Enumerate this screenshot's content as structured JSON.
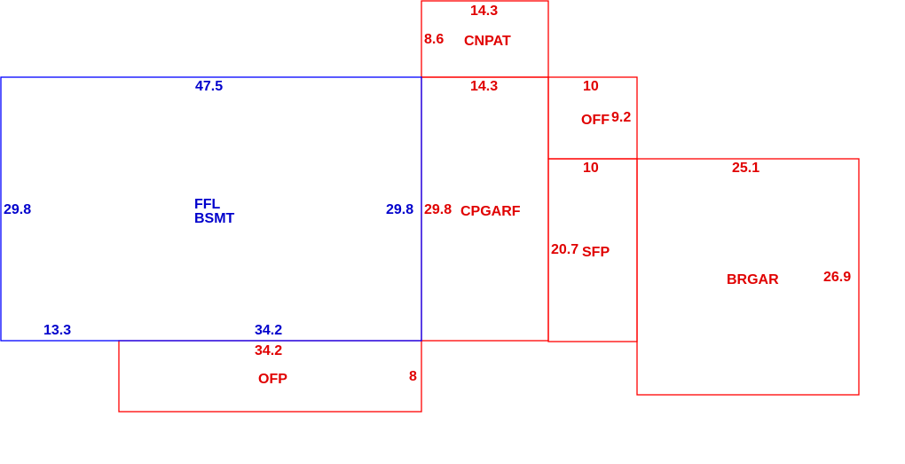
{
  "colors": {
    "main_area": "#0000ff",
    "other_areas": "#ff0000"
  },
  "areas": {
    "ffl": {
      "name_line1": "FFL",
      "name_line2": "BSMT",
      "dims": {
        "top": "47.5",
        "left": "29.8",
        "right": "29.8",
        "bottom_left": "13.3",
        "bottom_right": "34.2"
      }
    },
    "cnpat": {
      "name": "CNPAT",
      "dims": {
        "top": "14.3",
        "left": "8.6"
      }
    },
    "cpgarf": {
      "name": "CPGARF",
      "dims": {
        "top": "14.3",
        "left": "29.8"
      }
    },
    "off_top": {
      "name": "OFF",
      "dims": {
        "top": "10",
        "right": "9.2"
      }
    },
    "sfp": {
      "name": "SFP",
      "dims": {
        "top": "10",
        "left": "20.7"
      }
    },
    "brgar": {
      "name": "BRGAR",
      "dims": {
        "top": "25.1",
        "right": "26.9"
      }
    },
    "ofp": {
      "name": "OFP",
      "dims": {
        "top": "34.2",
        "right": "8"
      }
    }
  }
}
